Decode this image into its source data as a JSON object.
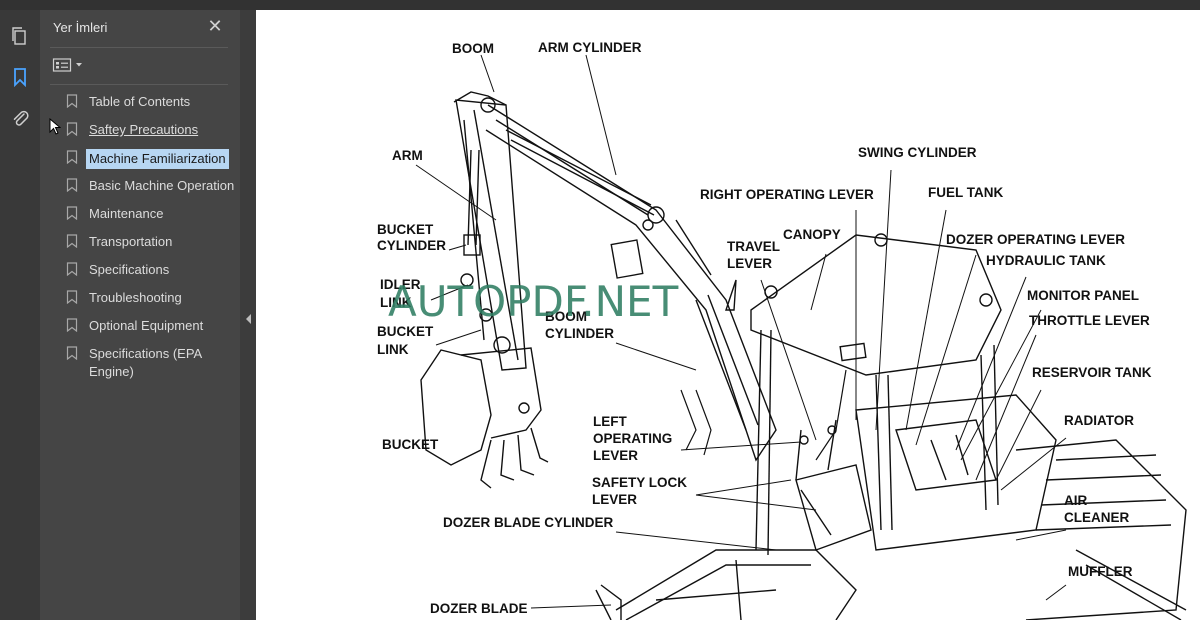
{
  "panel": {
    "title": "Yer İmleri",
    "close_glyph": "✕",
    "options_icon": "bookmark-options-icon"
  },
  "rail_icons": [
    "pages-icon",
    "bookmark-icon",
    "attachment-icon"
  ],
  "bookmarks": [
    {
      "label": "Table of Contents"
    },
    {
      "label": "Saftey Precautions "
    },
    {
      "label": "Machine Familiarization"
    },
    {
      "label": "Basic Machine Operation"
    },
    {
      "label": "Maintenance"
    },
    {
      "label": "Transportation"
    },
    {
      "label": "Specifications"
    },
    {
      "label": "Troubleshooting"
    },
    {
      "label": "Optional Equipment"
    },
    {
      "label": "Specifications (EPA Engine)"
    }
  ],
  "document": {
    "watermark": "AUTOPDF.NET",
    "labels": {
      "boom": "BOOM",
      "arm_cylinder": "ARM CYLINDER",
      "arm": "ARM",
      "swing_cylinder": "SWING CYLINDER",
      "right_operating_lever": "RIGHT OPERATING LEVER",
      "fuel_tank": "FUEL TANK",
      "bucket_cylinder_1": "BUCKET",
      "bucket_cylinder_2": "CYLINDER",
      "canopy": "CANOPY",
      "travel_lever_1": "TRAVEL",
      "travel_lever_2": "LEVER",
      "dozer_operating_lever": "DOZER OPERATING LEVER",
      "hydraulic_tank": "HYDRAULIC TANK",
      "idler_link_1": "IDLER",
      "idler_link_2": "LINK",
      "monitor_panel": "MONITOR PANEL",
      "boom_cylinder_1": "BOOM",
      "boom_cylinder_2": "CYLINDER",
      "throttle_lever": "THROTTLE LEVER",
      "bucket_link_1": "BUCKET",
      "bucket_link_2": "LINK",
      "reservoir_tank": "RESERVOIR TANK",
      "left_operating_lever_1": "LEFT",
      "left_operating_lever_2": "OPERATING",
      "left_operating_lever_3": "LEVER",
      "radiator": "RADIATOR",
      "bucket": "BUCKET",
      "safety_lock_lever_1": "SAFETY LOCK",
      "safety_lock_lever_2": "LEVER",
      "air_cleaner_1": "AIR",
      "air_cleaner_2": "CLEANER",
      "dozer_blade_cylinder": "DOZER BLADE CYLINDER",
      "muffler": "MUFFLER",
      "dozer_blade": "DOZER BLADE"
    }
  }
}
